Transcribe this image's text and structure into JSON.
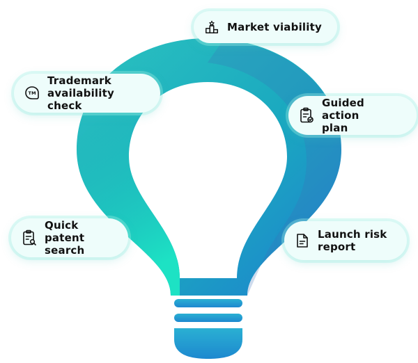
{
  "features": [
    {
      "id": "market",
      "label": "Market viability",
      "icon": "podium-star-icon"
    },
    {
      "id": "trademark",
      "label": "Trademark\navailability check",
      "icon": "trademark-icon"
    },
    {
      "id": "guided",
      "label": "Guided action\nplan",
      "icon": "clipboard-check-icon"
    },
    {
      "id": "patent",
      "label": "Quick patent\nsearch",
      "icon": "clipboard-search-icon"
    },
    {
      "id": "launch",
      "label": "Launch risk\nreport",
      "icon": "document-icon"
    }
  ],
  "colors": {
    "bulb_top": "#21b8b8",
    "bulb_bottom_left": "#1de2c4",
    "bulb_bottom_right": "#1f7fd0",
    "pill_bg": "#eefdfb"
  }
}
